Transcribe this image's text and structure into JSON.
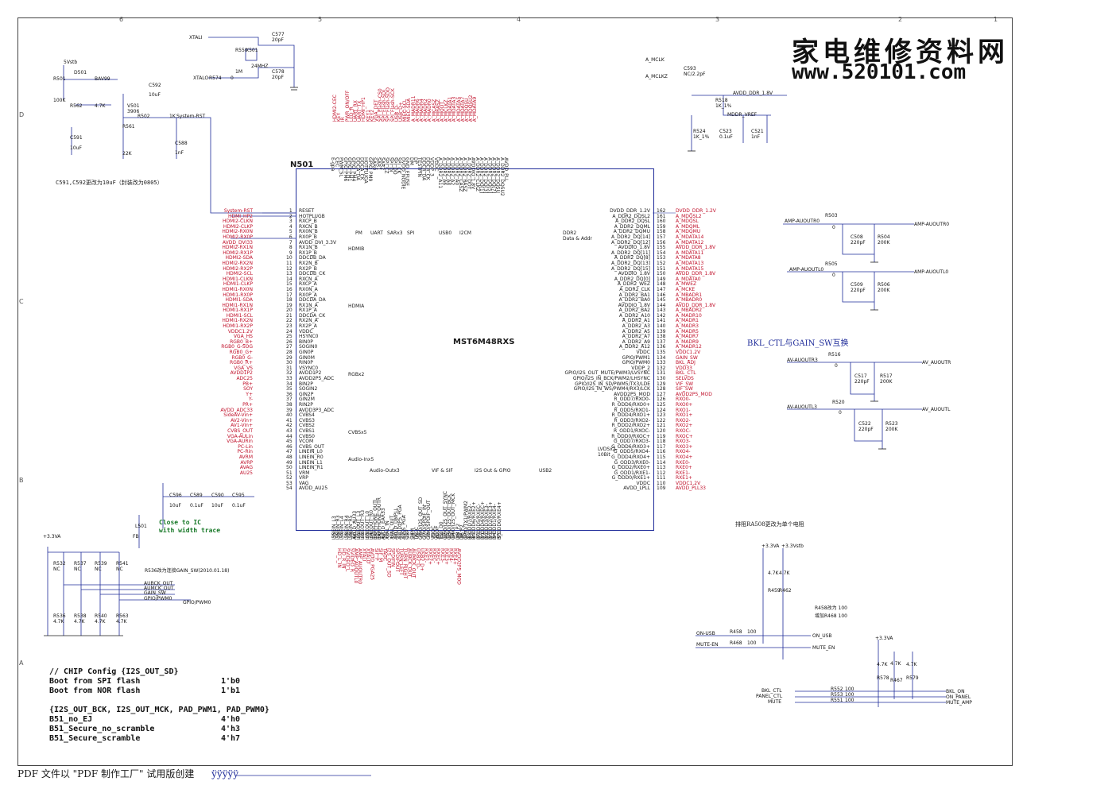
{
  "watermark": {
    "title": "家电维修资料网",
    "url": "www.520101.com"
  },
  "chip": {
    "designator": "N501",
    "part": "MST6M48RXS"
  },
  "block_labels": {
    "pm": "PM",
    "uart": "UART",
    "sar": "SARx3",
    "spi": "SPI",
    "usb": "USB0",
    "i2cm": "I2CM",
    "ddr": "DDR2",
    "ddr_sub": "Data & Addr",
    "hdmib": "HDMIB",
    "hdmia": "HDMIA",
    "rgbx2": "RGBx2",
    "cvbs": "CVBSx5",
    "audio_in": "Audio-Inx5",
    "audio_out": "Audio-Outx3",
    "vif": "VIF & SIF",
    "i2s": "I2S Out & GPIO",
    "usb2": "USB2",
    "lvds": "LVDSx2",
    "lvds_sub": "10Bit"
  },
  "left_pins": [
    "RESET",
    "HOTPLUGB",
    "RXCP_B",
    "RXCN_B",
    "RX0N_B",
    "RX0P_B",
    "AVDD_DVI_3.3V",
    "RX1N_B",
    "RX1P_B",
    "DDCDB_DA",
    "RX2N_B",
    "RX2P_B",
    "DDCDB_CK",
    "RXCN_A",
    "RXCP_A",
    "RX0N_A",
    "RX0P_A",
    "DDCDA_DA",
    "RX1N_A",
    "RX1P_A",
    "DDCDA_CK",
    "RX2N_A",
    "RX2P_A",
    "VDDC",
    "HSYNC0",
    "BIN0P",
    "SOGIN0",
    "GIN0P",
    "GIN0M",
    "RIN0P",
    "VSYNC0",
    "AVDD1P2",
    "AVDD2P5_ADC",
    "BIN2P",
    "SOGIN2",
    "GIN2P",
    "GIN2M",
    "RIN2P",
    "AVDD3P3_ADC",
    "CVBS4",
    "CVBS3",
    "CVBS2",
    "CVBS1",
    "CVBS0",
    "VCOM",
    "CVBS_OUT",
    "LINEIN_L0",
    "LINEIN_R0",
    "LINEIN_L1",
    "LINEIN_R1",
    "VRM",
    "VRP",
    "VAG",
    "AVDD_AU25"
  ],
  "left_pin_numbers": [
    "1",
    "2",
    "3",
    "4",
    "5",
    "6",
    "7",
    "8",
    "9",
    "10",
    "11",
    "12",
    "13",
    "14",
    "15",
    "16",
    "17",
    "18",
    "19",
    "20",
    "21",
    "22",
    "23",
    "24",
    "25",
    "26",
    "27",
    "28",
    "29",
    "30",
    "31",
    "32",
    "33",
    "34",
    "35",
    "36",
    "37",
    "38",
    "39",
    "40",
    "41",
    "42",
    "43",
    "44",
    "45",
    "46",
    "47",
    "48",
    "49",
    "50",
    "51",
    "52",
    "53",
    "54"
  ],
  "left_nets": [
    "System-RST",
    "HDMI_HP2",
    "HDMI2-CLKN",
    "HDMI2-CLKP",
    "HDMI2-RX0N",
    "HDMI2-RX0P",
    "AVDD_DVI33",
    "HDMI2-RX1N",
    "HDMI2-RX1P",
    "HDMI2-SDA",
    "HDMI2-RX2N",
    "HDMI2-RX2P",
    "HDMI2-SCL",
    "HDMI1-CLKN",
    "HDMI1-CLKP",
    "HDMI1-RX0N",
    "HDMI1-RX0P",
    "HDMI1-SDA",
    "HDMI1-RX1N",
    "HDMI1-RX1P",
    "HDMI1-SCL",
    "HDMI1-RX2N",
    "HDMI1-RX2P",
    "VDDC1.2V",
    "VGA_HS",
    "RGB0_B+",
    "RGB0_G-SOG",
    "RGB0_G+",
    "RGB0_G-",
    "RGB0_R+",
    "VGA_VS",
    "AVDD1P2",
    "ADC25",
    "PB+",
    "SOY",
    "Y+",
    "Y-",
    "PR+",
    "AVDD_ADC33",
    "SideAV-Vin+",
    "AV2-Vin+",
    "AV1-Vin+",
    "",
    "",
    "",
    "CVBS_OUT",
    "VGA-AULin",
    "VGA-AURin",
    "PC-Lin",
    "PC-Rin",
    "AVRM",
    "AVRP",
    "AVAG",
    "AU25"
  ],
  "right_pins": [
    "DVDD_DDR_1.2V",
    "A_DDR2_DQSL2",
    "A_DDR2_DQSL",
    "A_DDR2_DQML",
    "A_DDR2_DQMU",
    "A_DDR2_DQ[14]",
    "A_DDR2_DQ[12]",
    "AVDDIO_1.8V",
    "A_DDR2_DQ[11]",
    "A_DDR2_DQ[8]",
    "A_DDR2_DQ[13]",
    "A_DDR2_DQ[15]",
    "AVDDIO_1.8V",
    "A_DDR2_DQ[0]",
    "A_DDR2_WEZ",
    "A_DDR2_CLK",
    "A_DDR2_BA1",
    "A_DDR2_BA0",
    "AVDDIO_1.8V",
    "A_DDR2_BA2",
    "A_DDR2_A10",
    "A_DDR2_A1",
    "A_DDR2_A3",
    "A_DDR2_A5",
    "A_DDR2_A7",
    "A_DDR2_A9",
    "A_DDR2_A12",
    "VDDC",
    "GPIO/PWM1",
    "GPIO/PWM0",
    "VDDP_2",
    "GPIO/I2S_OUT_MUTE/PWM3/LVSYNC",
    "GPIO/I2S_IN_BCK/PWM2/LHSYNC",
    "GPIO/I2S_IN_SD/PWM5/TX3/LDE",
    "GPIO/I2S_IN_WS/PWM4/RX3/LCK",
    "AVDD2P5_MOD",
    "R_ODD7/RXO0-",
    "R_ODD6/RXO0+",
    "R_ODD5/RXO1-",
    "R_ODD4/RXO1+",
    "R_ODD3/RXO2-",
    "R_ODD2/RXO2+",
    "R_ODD1/RXOC-",
    "R_ODD0/RXOC+",
    "G_ODD7/RXO3-",
    "G_ODD6/RXO3+",
    "G_ODD5/RXO4-",
    "G_ODD4/RXO4+",
    "G_ODD3/RXE0-",
    "G_ODD2/RXE0+",
    "G_ODD1/RXE1-",
    "G_ODD0/RXE1+",
    "VDDC",
    "AVDD_LPLL"
  ],
  "right_pin_numbers": [
    "162",
    "161",
    "160",
    "159",
    "158",
    "157",
    "156",
    "155",
    "154",
    "153",
    "152",
    "151",
    "150",
    "149",
    "148",
    "147",
    "146",
    "145",
    "144",
    "143",
    "142",
    "141",
    "140",
    "139",
    "138",
    "137",
    "136",
    "135",
    "134",
    "133",
    "132",
    "131",
    "130",
    "129",
    "128",
    "127",
    "126",
    "125",
    "124",
    "123",
    "122",
    "121",
    "120",
    "119",
    "118",
    "117",
    "116",
    "115",
    "114",
    "113",
    "112",
    "111",
    "110",
    "109"
  ],
  "right_nets": [
    "DVDD_DDR_1.2V",
    "A_MDQSL2",
    "A_MDQSL",
    "A_MDQML",
    "A_MDQMU",
    "A_MDATA14",
    "A_MDATA12",
    "AVDD_DDR_1.8V",
    "A_MDATA11",
    "A_MDATA8",
    "A_MDATA13",
    "A_MDATA15",
    "AVDD_DDR_1.8V",
    "A_MDATA0",
    "A_MWEZ",
    "A_MCKE",
    "A_MBADR1",
    "A_MBADR0",
    "AVDD_DDR_1.8V",
    "A_MBADR2",
    "A_MADR10",
    "A_MADR1",
    "A_MADR3",
    "A_MADR5",
    "A_MADR7",
    "A_MADR9",
    "A_MADR12",
    "VDDC1.2V",
    "GAIN_SW",
    "BKL_ADJ",
    "VDD33",
    "BKL_CTL",
    "SELVDS",
    "VIF_SW",
    "SIF_SW",
    "AVDD2P5_MOD",
    "RXO0-",
    "RXO0+",
    "RXO1-",
    "RXO1+",
    "RXO2-",
    "RXO2+",
    "RXOC-",
    "RXOC+",
    "RXO3-",
    "RXO3+",
    "RXO4-",
    "RXO4+",
    "RXE0-",
    "RXE0+",
    "RXE1-",
    "RXE1+",
    "VDDC1.2V",
    "AVDD_PLL33"
  ],
  "top_pins": [
    "E-gpa",
    "CEC",
    "PWM_SL",
    "GPIO_PM6",
    "GPIO_PM1",
    "GPIO_PM4",
    "DDCA_DA",
    "DDCA_CK",
    "HOTPLUGA",
    "GPIO_PM9",
    "SAR0",
    "SAR1",
    "SAR2",
    "SPI_CZ",
    "SPI_DI",
    "SPI_DO",
    "SPI_CK",
    "DVDD_NODIE",
    "GND_EFUSE",
    "DM",
    "DP",
    "TESTPIN",
    "DDCR_DA",
    "DDCR_CK",
    "VDDP_3",
    "VDDC",
    "A_DDR2_A11",
    "A_DDR2_A6",
    "A_DDR2_A4",
    "A_DDR2_A2",
    "A_DDR2_A0",
    "A_DDR2_CASZ",
    "A_DDR2_RASZ",
    "A_DDR2_ODT",
    "AVDDIO_1.8V",
    "A_DDR2_CLKZ",
    "A_DDR2_DQ[1]",
    "A_DDR2_DQ[3]",
    "A_DDR2_DQ[5]",
    "A_DDR2_DQ[7]",
    "A_DDR2_DQSU",
    "A_DDR2_DQSU2",
    "AVDD_PLL"
  ],
  "top_nets": [
    "HDMI2-CEC",
    "KEY",
    "IR",
    "PWR_ON/OFF",
    "LED_R",
    "UART_RX",
    "UART_TX",
    "HDMI_HP1",
    "KEY1",
    "KEY2",
    "VGA_DET",
    "SPI_Flash-CS0",
    "SPI_Flash-SDI",
    "SPI_Flash-SDO",
    "SPI_Flash-SCK",
    "USB_D-",
    "USB_D+",
    "MIEC-SCL",
    "MIEC-SDA",
    "A_MADR11",
    "A_MADR6",
    "A_MADR4",
    "A_MADR2",
    "A_MADR0",
    "A_MCASZ",
    "A_MRASZ",
    "A_MODT",
    "A_MCLKZ",
    "A_MDATA1",
    "A_MDATA3",
    "A_MDATA5",
    "A_MDATA7",
    "A_MDQSU",
    "A_MDQSU2",
    "A_MDATA9"
  ],
  "bottom_pins": [
    "LINEIN_L3",
    "LINEIN_R3",
    "LINEIN_L4",
    "LINEIN_R4",
    "LINEIN_R5",
    "AVDD_AU33",
    "LINEOUT_L3",
    "LINEOUT_R3",
    "LINEOUT_L0",
    "LINEOUT_R0",
    "EARPHONE_OUTL",
    "EARPHONE_OUTR",
    "AVDD_EAR33",
    "XTAL_IN",
    "XTAL_OUT",
    "AVDD_DMPLL",
    "AVDD2P5_PGA",
    "AVSS_PGA",
    "SIFP",
    "SIFM",
    "TAGC",
    "GPIO/I2S_OUT_SD",
    "GPIO/SPDIF_IN",
    "GPIO/SPDIF_OUT",
    "VDDC",
    "VDDP",
    "TS0_D0",
    "GPIO/I2S_OUT_SYNC",
    "GPIO/I2S_OUT_BCK",
    "GPIO/I2S_OUT_MCK",
    "DM_P2",
    "DP_P2",
    "GPIO/TX1/PWM2",
    "B_ODD7/RXE2-",
    "B_ODD6/RXE2+",
    "B_ODD5/RXEC-",
    "B_ODD4/RXEC+",
    "B_ODD3/RXE3-",
    "B_ODD2/RXE3+",
    "B_ODD1/RXE4-",
    "B_ODD0/RXE4+"
  ],
  "bottom_pin_numbers": [
    "55",
    "56",
    "57",
    "58",
    "59",
    "60",
    "61",
    "62",
    "63",
    "64",
    "65",
    "66",
    "67",
    "68",
    "69",
    "70",
    "71",
    "72",
    "73",
    "74",
    "75",
    "76",
    "77",
    "78",
    "79",
    "80",
    "81",
    "82",
    "83",
    "84",
    "85",
    "86",
    "87",
    "88",
    "89",
    "90",
    "91",
    "92",
    "93",
    "94",
    "95"
  ],
  "bottom_nets": [
    "HD_L_IN",
    "HD_R_IN",
    "SVIDEO_L",
    "SVIDEO_R",
    "AMP_AUOUTL0",
    "AMP_AUOUTR0",
    "XTALI",
    "XTALO",
    "AVDD_PGA25",
    "SIF_P",
    "SIF_M",
    "TAGC",
    "I2S_OUT_SD",
    "SPDIFIN",
    "SPDIFOUT",
    "TURN_LEFT",
    "TURN_RIGHT",
    "AUBCK_OUT",
    "AUMCK_OUT",
    "USB2_D-",
    "USB2_D+",
    "RXE2-",
    "RXE2+",
    "RXEC-",
    "RXEC+",
    "RXE3-",
    "RXE3+",
    "RXE4-",
    "RXE4+",
    "AVDD2P5_MOD"
  ],
  "components_topleft": [
    {
      "ref": "XTALI",
      "kind": "net"
    },
    {
      "ref": "XTALO",
      "kind": "net"
    },
    {
      "ref": "C577",
      "value": "20pF"
    },
    {
      "ref": "C578",
      "value": "20pF"
    },
    {
      "ref": "R550",
      "value": "1M"
    },
    {
      "ref": "X501",
      "value": "24MHZ"
    },
    {
      "ref": "R574",
      "value": "0"
    },
    {
      "ref": "D501",
      "value": "BAV99"
    },
    {
      "ref": "R501",
      "value": "100K"
    },
    {
      "ref": "R562",
      "value": "4.7K"
    },
    {
      "ref": "V501",
      "value": "3906"
    },
    {
      "ref": "C592",
      "value": "10uF"
    },
    {
      "ref": "C591",
      "value": "10uF"
    },
    {
      "ref": "R561",
      "value": "22K"
    },
    {
      "ref": "R502",
      "value": "1K"
    },
    {
      "ref": "C588",
      "value": "1nF"
    },
    {
      "ref": "5Vstb",
      "kind": "rail"
    }
  ],
  "note_caps": "C591,C592更改为10uF（封装改为0805）",
  "components_right": [
    {
      "ref": "A_MCLK",
      "kind": "net"
    },
    {
      "ref": "A_MCLKZ",
      "kind": "net"
    },
    {
      "ref": "C593",
      "value": "NC/2.2pF"
    },
    {
      "ref": "R518",
      "value": "1K_1%"
    },
    {
      "ref": "R524",
      "value": "1K_1%"
    },
    {
      "ref": "C523",
      "value": "0.1uF"
    },
    {
      "ref": "C521",
      "value": "1nF"
    },
    {
      "ref": "MDDR_VREF",
      "kind": "net"
    },
    {
      "ref": "AVDD_DDR_1.8V",
      "kind": "rail"
    },
    {
      "ref": "R503",
      "value": "0"
    },
    {
      "ref": "C508",
      "value": "220pF"
    },
    {
      "ref": "R504",
      "value": "200K"
    },
    {
      "ref": "R505",
      "value": "0"
    },
    {
      "ref": "C509",
      "value": "220pF"
    },
    {
      "ref": "R506",
      "value": "200K"
    },
    {
      "ref": "R516",
      "value": "0"
    },
    {
      "ref": "C517",
      "value": "220pF"
    },
    {
      "ref": "R517",
      "value": "200K"
    },
    {
      "ref": "R520",
      "value": "0"
    },
    {
      "ref": "C522",
      "value": "220pF"
    },
    {
      "ref": "R523",
      "value": "200K"
    }
  ],
  "amp_nets": {
    "left": [
      "AMP-AUOUTR0",
      "AMP-AUOUTL0",
      "AV-AUOUTR3",
      "AV-AUOUTL3"
    ],
    "right": [
      "AMP-AUOUTR0",
      "AMP-AUOUTL0",
      "AV_AUOUTR",
      "AV_AUOUTL"
    ]
  },
  "note_bkl": "BKL_CTL与GAIN_SW互换",
  "note_ra508": "排阻RA508更改为单个电阻",
  "bottomleft": {
    "rail": "+3.3VA",
    "top_res": [
      {
        "ref": "R532",
        "value": "NC"
      },
      {
        "ref": "R537",
        "value": "NC"
      },
      {
        "ref": "R539",
        "value": "NC"
      },
      {
        "ref": "R541",
        "value": "NC"
      }
    ],
    "bot_res": [
      {
        "ref": "R536",
        "value": "4.7K"
      },
      {
        "ref": "R538",
        "value": "4.7K"
      },
      {
        "ref": "R540",
        "value": "4.7K"
      },
      {
        "ref": "R563",
        "value": "4.7K"
      }
    ],
    "nets": [
      "AUBCK_OUT",
      "AUMCK_OUT",
      "GAIN_SW",
      "GPIO/PWM0"
    ],
    "net_out": "GPIO/PWM0",
    "note": "R536改为连接GAIN_SW(2010.01.18)"
  },
  "bottom_decoupling": [
    {
      "ref": "C596",
      "value": "10uF"
    },
    {
      "ref": "C589",
      "value": "0.1uF"
    },
    {
      "ref": "C590",
      "value": "10uF"
    },
    {
      "ref": "C595",
      "value": "0.1uF"
    },
    {
      "ref": "L501",
      "value": "FB"
    }
  ],
  "close_note": [
    "Close to IC",
    "with width trace"
  ],
  "bottomright": {
    "rails": [
      "+3.3VA",
      "+3.3Vstb",
      "+3.3VA"
    ],
    "res": [
      {
        "ref": "R459",
        "value": "4.7K"
      },
      {
        "ref": "R462",
        "value": "4.7K"
      },
      {
        "ref": "R578",
        "value": "4.7K"
      },
      {
        "ref": "R467",
        "value": "4.7K"
      },
      {
        "ref": "R579",
        "value": "4.7K"
      }
    ],
    "note1": "R458改为 100",
    "note2": "增加R468 100",
    "links": [
      {
        "from": "ON-USB",
        "ref": "R458",
        "value": "100",
        "to": "ON_USB"
      },
      {
        "from": "MUTE-EN",
        "ref": "R468",
        "value": "100",
        "to": "MUTE_EN"
      },
      {
        "from": "BKL_CTL",
        "ref": "R552",
        "value": "100",
        "to": "BKL_ON"
      },
      {
        "from": "PANEL_CTL",
        "ref": "R553",
        "value": "100",
        "to": "ON_PANEL"
      },
      {
        "from": "MUTE",
        "ref": "R551",
        "value": "100",
        "to": "MUTE_AMP"
      }
    ]
  },
  "config": {
    "lines": [
      "// CHIP Config  {I2S_OUT_SD}",
      "Boot from SPI flash",
      "Boot from NOR flash",
      "{I2S_OUT_BCK, I2S_OUT_MCK, PAD_PWM1, PAD_PWM0}",
      "B51_no_EJ",
      "B51_Secure_no_scramble",
      "B51_Secure_scramble"
    ],
    "values": [
      "1'b0",
      "1'b1",
      "4'h0",
      "4'h3",
      "4'h7"
    ]
  },
  "footer": "PDF 文件以 \"PDF 制作工厂\" 试用版创建",
  "footer_link": "ÿÿÿÿÿ",
  "ruler_numbers": [
    "6",
    "5",
    "4",
    "3",
    "2",
    "1"
  ],
  "ruler_letters": [
    "D",
    "C",
    "B",
    "A"
  ],
  "colors": {
    "net": "#c0102a",
    "wire": "#1f2c9a",
    "outline": "#1f2c9a",
    "note": "#1a7a2a"
  }
}
